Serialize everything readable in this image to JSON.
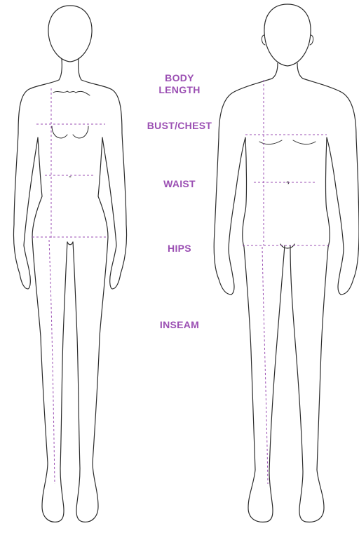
{
  "accent_color": "#9b4fb3",
  "outline_color": "#2b2b2b",
  "labels": {
    "body_length": "BODY\nLENGTH",
    "bust_chest": "BUST/CHEST",
    "waist": "WAIST",
    "hips": "HIPS",
    "inseam": "INSEAM"
  },
  "figures": [
    {
      "name": "female figure, front view"
    },
    {
      "name": "male figure, front view"
    }
  ]
}
